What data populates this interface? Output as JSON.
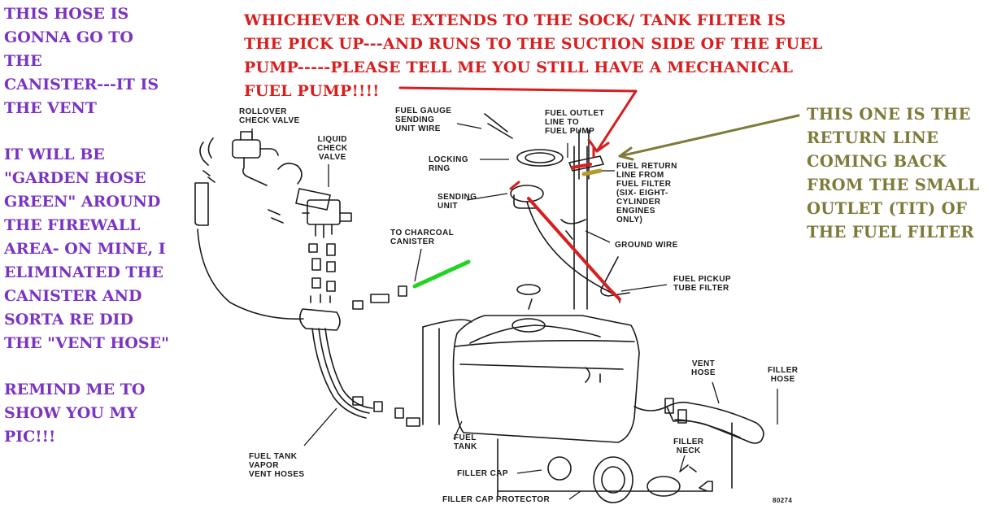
{
  "notes": {
    "vent_hose": [
      "THIS HOSE IS",
      "GONNA GO TO",
      "THE",
      "CANISTER---IT IS",
      "THE VENT",
      "",
      "IT WILL BE",
      "\"GARDEN HOSE",
      "GREEN\" AROUND",
      "THE FIREWALL",
      "AREA- ON MINE, I",
      "ELIMINATED THE",
      "CANISTER AND",
      "SORTA RE DID",
      "THE \"VENT HOSE\"",
      "",
      "REMIND ME TO",
      "SHOW YOU MY",
      "PIC!!!"
    ],
    "pickup": [
      "WHICHEVER ONE EXTENDS TO THE SOCK/ TANK FILTER IS",
      "THE PICK UP---AND RUNS TO THE SUCTION SIDE OF THE FUEL",
      "PUMP-----PLEASE TELL ME YOU STILL HAVE A MECHANICAL",
      "FUEL PUMP!!!!"
    ],
    "return_line": [
      "THIS ONE IS THE",
      "RETURN LINE",
      "COMING BACK",
      "FROM THE SMALL",
      "OUTLET (TIT) OF",
      "THE FUEL FILTER"
    ]
  },
  "labels": {
    "rollover_check_valve": [
      "ROLLOVER",
      "CHECK VALVE"
    ],
    "liquid_check_valve": [
      "LIQUID",
      "CHECK",
      "VALVE"
    ],
    "fuel_gauge_sending_unit_wire": [
      "FUEL GAUGE",
      "SENDING",
      "UNIT WIRE"
    ],
    "fuel_outlet_line": [
      "FUEL OUTLET",
      "LINE TO",
      "FUEL PUMP"
    ],
    "locking_ring": [
      "LOCKING",
      "RING"
    ],
    "fuel_return_line": [
      "FUEL RETURN",
      "LINE FROM",
      "FUEL FILTER",
      "(SIX- EIGHT-",
      "CYLINDER",
      "ENGINES",
      "ONLY)"
    ],
    "sending_unit": [
      "SENDING",
      "UNIT"
    ],
    "ground_wire": [
      "GROUND WIRE"
    ],
    "to_charcoal_canister": [
      "TO CHARCOAL",
      "CANISTER"
    ],
    "fuel_pickup_tube_filter": [
      "FUEL PICKUP",
      "TUBE FILTER"
    ],
    "vent_hose": [
      "VENT",
      "HOSE"
    ],
    "filler_hose": [
      "FILLER",
      "HOSE"
    ],
    "filler_neck": [
      "FILLER",
      "NECK"
    ],
    "fuel_tank": [
      "FUEL",
      "TANK"
    ],
    "fuel_tank_vapor_vent_hoses": [
      "FUEL TANK",
      "VAPOR",
      "VENT HOSES"
    ],
    "filler_cap": [
      "FILLER CAP"
    ],
    "filler_cap_protector": [
      "FILLER CAP PROTECTOR"
    ],
    "part_number": "80274"
  },
  "colors": {
    "purple_text": "#7a33c2",
    "red_text": "#d81e1e",
    "olive_text": "#7e7a3a",
    "green_highlight": "#22d422",
    "line_art": "#1a1a1a"
  }
}
